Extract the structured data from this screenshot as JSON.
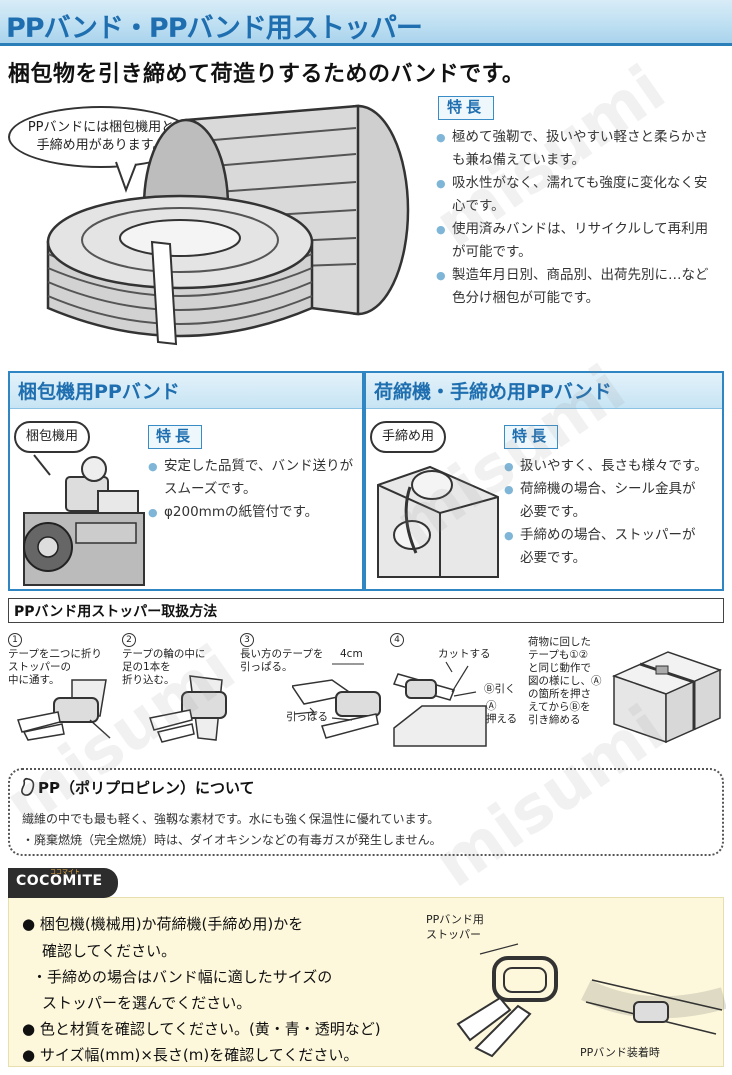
{
  "header": {
    "title": "PPバンド・PPバンド用ストッパー",
    "subtitle": "梱包物を引き締めて荷造りするためのバンドです。"
  },
  "hero": {
    "bubble": [
      "PPバンドには梱包機用と",
      "手締め用があります。"
    ],
    "feature_tag": "特長",
    "features": [
      "極めて強靭で、扱いやすい軽さと柔らかさ",
      "も兼ね備えています。",
      "吸水性がなく、濡れても強度に変化なく安",
      "心です。",
      "使用済みバンドは、リサイクルして再利用",
      "が可能です。",
      "製造年月日別、商品別、出荷先別に…など",
      "色分け梱包が可能です。"
    ]
  },
  "machine_band": {
    "title": "梱包機用PPバンド",
    "bubble": "梱包機用",
    "feature_tag": "特長",
    "features": [
      "安定した品質で、バンド送りが",
      "スムーズです。",
      "φ200mmの紙管付です。"
    ]
  },
  "manual_band": {
    "title": "荷締機・手締め用PPバンド",
    "bubble": "手締め用",
    "feature_tag": "特長",
    "features": [
      "扱いやすく、長さも様々です。",
      "荷締機の場合、シール金具が",
      "必要です。",
      "手締めの場合、ストッパーが",
      "必要です。"
    ]
  },
  "procedure": {
    "title": "PPバンド用ストッパー取扱方法",
    "steps": [
      {
        "num": "1",
        "text": "テープを二つに折り\nストッパーの\n中に通す。"
      },
      {
        "num": "2",
        "text": "テープの輪の中に\n足の1本を\n折り込む。"
      },
      {
        "num": "3",
        "text": "長い方のテープを\n引っぱる。",
        "dim": "4cm",
        "pull": "引っぱる"
      },
      {
        "num": "4",
        "cut": "カットする",
        "b_pull": "Ⓑ引く",
        "a_press": "Ⓐ\n押える"
      }
    ],
    "final_text": "荷物に回した\nテープも①②\nと同じ動作で\n図の様にし、Ⓐ\nの箇所を押さ\nえてからⒷを\n引き締める"
  },
  "about": {
    "title": "PP（ポリプロピレン）について",
    "lines": [
      "繊維の中でも最も軽く、強靱な素材です。水にも強く保温性に優れています。",
      "・廃棄燃焼（完全燃焼）時は、ダイオキシンなどの有毒ガスが発生しません。"
    ]
  },
  "coco": {
    "logo_small": "ココマイト",
    "logo": "COCOMITE",
    "lines": [
      "● 梱包機(機械用)か荷締機(手締め用)かを",
      "確認してください。",
      "・手締めの場合はバンド幅に適したサイズの",
      "ストッパーを選んでください。",
      "● 色と材質を確認してください。(黄・青・透明など)",
      "● サイズ幅(mm)×長さ(m)を確認してください。"
    ],
    "stopper_label": [
      "PPバンド用",
      "ストッパー"
    ],
    "mounted_label": "PPバンド装着時"
  },
  "watermark": "misumi",
  "colors": {
    "accent": "#1f6fb0",
    "panel_border": "#2f86c3",
    "note_bg": "#fdf8dc"
  }
}
